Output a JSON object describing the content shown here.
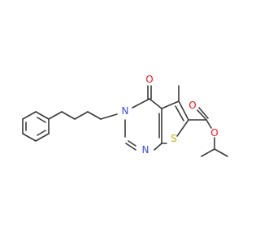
{
  "molecule": {
    "atoms": {
      "oxygen_carbonyl_ring": {
        "symbol": "O",
        "color": "#ff0d0d"
      },
      "nitrogen_3": {
        "symbol": "N",
        "color": "#3050f8"
      },
      "nitrogen_1": {
        "symbol": "N",
        "color": "#3050f8"
      },
      "sulfur": {
        "symbol": "S",
        "color": "#c8b400"
      },
      "oxygen_ester_carbonyl": {
        "symbol": "O",
        "color": "#ff0d0d"
      },
      "oxygen_ester": {
        "symbol": "O",
        "color": "#ff0d0d"
      }
    },
    "bond_color": "#3a3a3a"
  }
}
